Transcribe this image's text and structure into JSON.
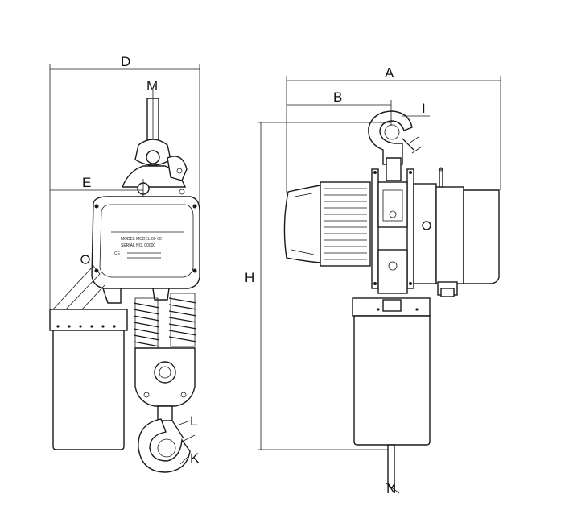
{
  "dimension_labels": {
    "A": "A",
    "B": "B",
    "D": "D",
    "E": "E",
    "H": "H",
    "I": "I",
    "K": "K",
    "L": "L",
    "M": "M",
    "N": "N"
  },
  "nameplate": {
    "line1": "MODEL  MODEL  00-00",
    "line2": "SERIAL NO.  00000",
    "mark": "CE"
  },
  "colors": {
    "line": "#1a1a1a",
    "background": "#ffffff"
  }
}
